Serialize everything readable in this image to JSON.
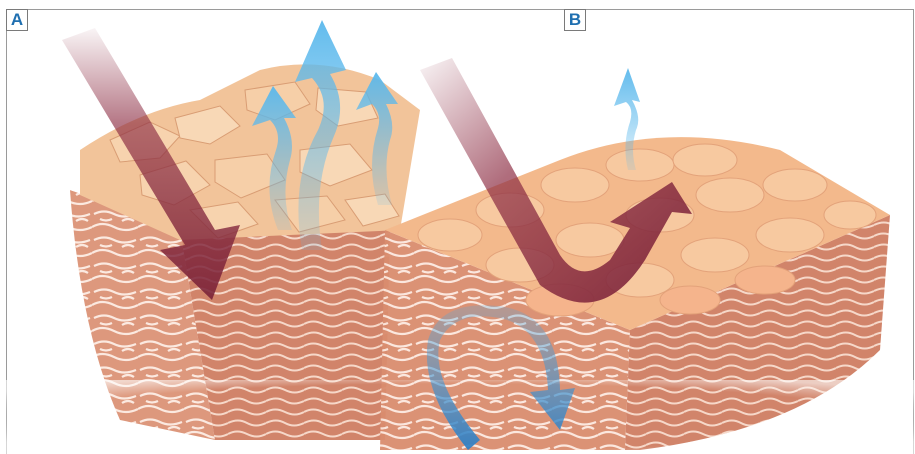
{
  "panels": [
    {
      "id": "a",
      "label": "A"
    },
    {
      "id": "b",
      "label": "B"
    }
  ],
  "colors": {
    "skin_flake": "#f2c49a",
    "skin_cell": "#f3b98c",
    "dermis": "#d98c6e",
    "dermis_line": "#fbe6dc",
    "water_arrow": "#5ab8ec",
    "irritant_arrow": "#8e2f45",
    "panel_label_text": "#1f6fb0"
  }
}
